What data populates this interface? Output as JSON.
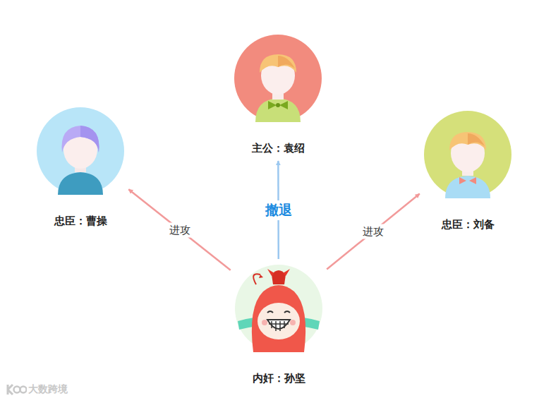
{
  "diagram": {
    "nodes": [
      {
        "text": [
          "主公：袁绍"
        ]
      },
      {
        "text": [
          "忠臣：曹操"
        ]
      },
      {
        "text": [
          "忠臣：刘备"
        ]
      },
      {
        "text": [
          "内奸：孙坚"
        ]
      }
    ],
    "edges": [
      {
        "from": 3,
        "to": 1,
        "label": "进攻",
        "arrow": "to"
      },
      {
        "from": 3,
        "to": 0,
        "label": "撤退",
        "arrow": "to"
      },
      {
        "from": 3,
        "to": 2,
        "label": "进攻",
        "arrow": "to"
      }
    ],
    "labels": [
      "大数跨境"
    ]
  }
}
